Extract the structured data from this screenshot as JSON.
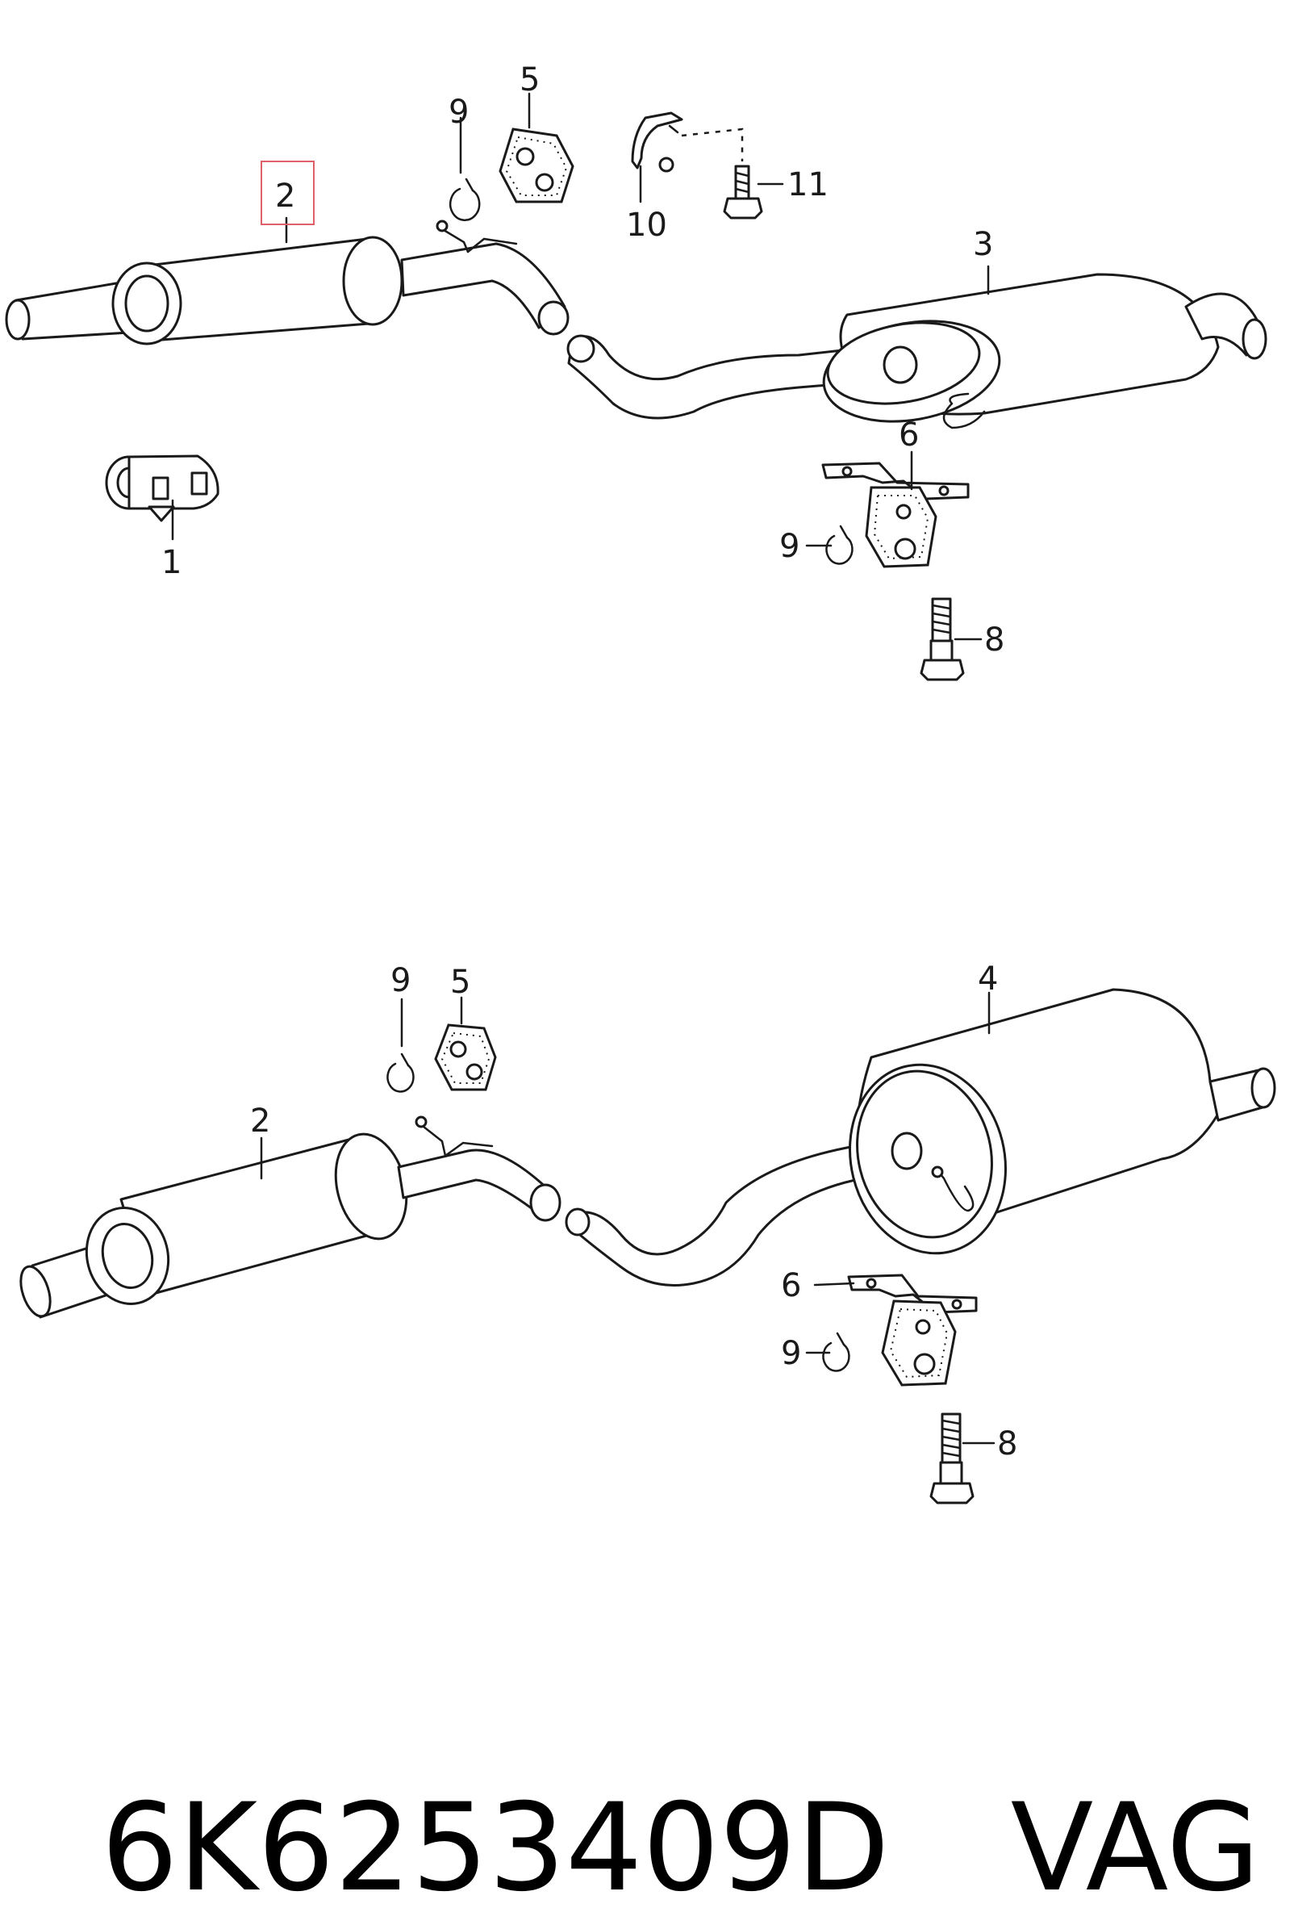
{
  "diagram": {
    "top": {
      "callouts": [
        {
          "id": "1",
          "text": "1"
        },
        {
          "id": "2",
          "text": "2",
          "highlighted": true
        },
        {
          "id": "3",
          "text": "3"
        },
        {
          "id": "5",
          "text": "5"
        },
        {
          "id": "6",
          "text": "6"
        },
        {
          "id": "8",
          "text": "8"
        },
        {
          "id": "9a",
          "text": "9"
        },
        {
          "id": "9b",
          "text": "9"
        },
        {
          "id": "10",
          "text": "10"
        },
        {
          "id": "11",
          "text": "11"
        }
      ]
    },
    "bottom": {
      "callouts": [
        {
          "id": "2",
          "text": "2"
        },
        {
          "id": "4",
          "text": "4"
        },
        {
          "id": "5",
          "text": "5"
        },
        {
          "id": "6",
          "text": "6"
        },
        {
          "id": "8",
          "text": "8"
        },
        {
          "id": "9a",
          "text": "9"
        },
        {
          "id": "9b",
          "text": "9"
        }
      ]
    },
    "highlight_color": "#e0606a"
  },
  "caption": {
    "part_number": "6K6253409D",
    "manufacturer": "VAG"
  }
}
